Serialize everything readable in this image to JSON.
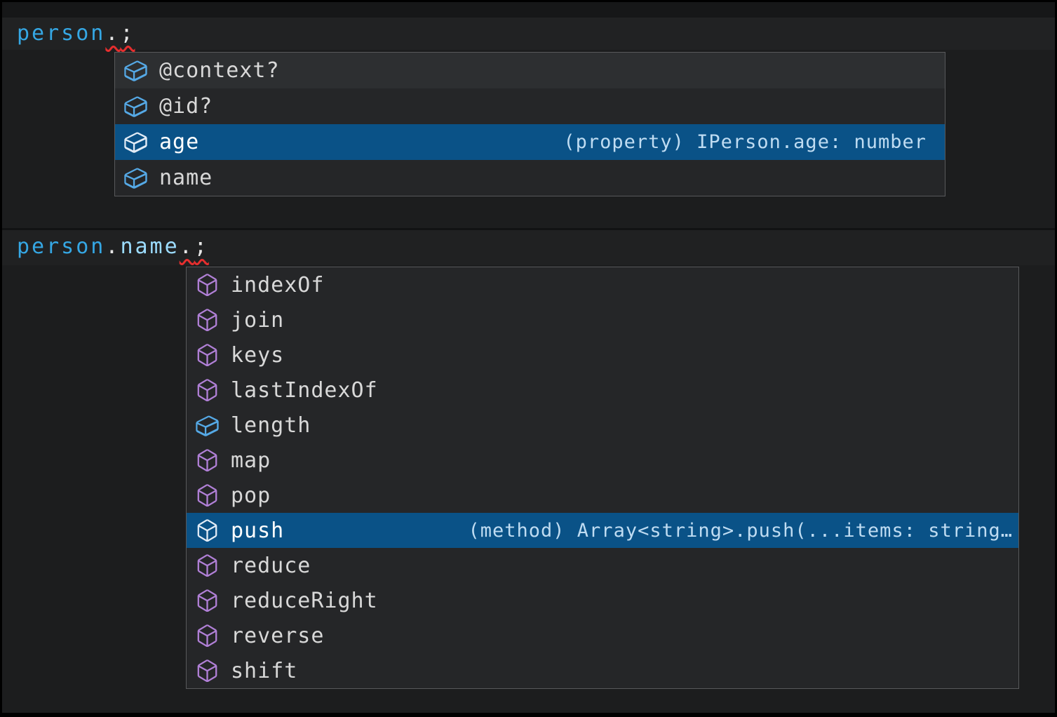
{
  "editor": {
    "line1": {
      "variable": "person",
      "dot": ".",
      "semicolon": ";"
    },
    "line2": {
      "variable": "person",
      "dot1": ".",
      "property": "name",
      "dot2": ".",
      "semicolon": ";"
    }
  },
  "popup1": {
    "items": [
      {
        "label": "@context?",
        "kind": "field",
        "state": "hover",
        "detail": ""
      },
      {
        "label": "@id?",
        "kind": "field",
        "state": "normal",
        "detail": ""
      },
      {
        "label": "age",
        "kind": "field",
        "state": "selected",
        "detail": "(property) IPerson.age: number"
      },
      {
        "label": "name",
        "kind": "field",
        "state": "normal",
        "detail": ""
      }
    ]
  },
  "popup2": {
    "items": [
      {
        "label": "indexOf",
        "kind": "method",
        "state": "normal",
        "detail": ""
      },
      {
        "label": "join",
        "kind": "method",
        "state": "normal",
        "detail": ""
      },
      {
        "label": "keys",
        "kind": "method",
        "state": "normal",
        "detail": ""
      },
      {
        "label": "lastIndexOf",
        "kind": "method",
        "state": "normal",
        "detail": ""
      },
      {
        "label": "length",
        "kind": "field",
        "state": "normal",
        "detail": ""
      },
      {
        "label": "map",
        "kind": "method",
        "state": "normal",
        "detail": ""
      },
      {
        "label": "pop",
        "kind": "method",
        "state": "normal",
        "detail": ""
      },
      {
        "label": "push",
        "kind": "method",
        "state": "selected",
        "detail": "(method) Array<string>.push(...items: string…"
      },
      {
        "label": "reduce",
        "kind": "method",
        "state": "normal",
        "detail": ""
      },
      {
        "label": "reduceRight",
        "kind": "method",
        "state": "normal",
        "detail": ""
      },
      {
        "label": "reverse",
        "kind": "method",
        "state": "normal",
        "detail": ""
      },
      {
        "label": "shift",
        "kind": "method",
        "state": "normal",
        "detail": ""
      }
    ]
  },
  "colors": {
    "selection_background": "#0A5287",
    "field_icon": "#55A9E6",
    "method_icon": "#B180D7",
    "selected_icon": "#E2ECF6",
    "squiggle_red": "#E62E2E",
    "variable_blue": "#35A7E4",
    "property_blue": "#9CDCFE",
    "editor_background": "#1C1D1E"
  }
}
